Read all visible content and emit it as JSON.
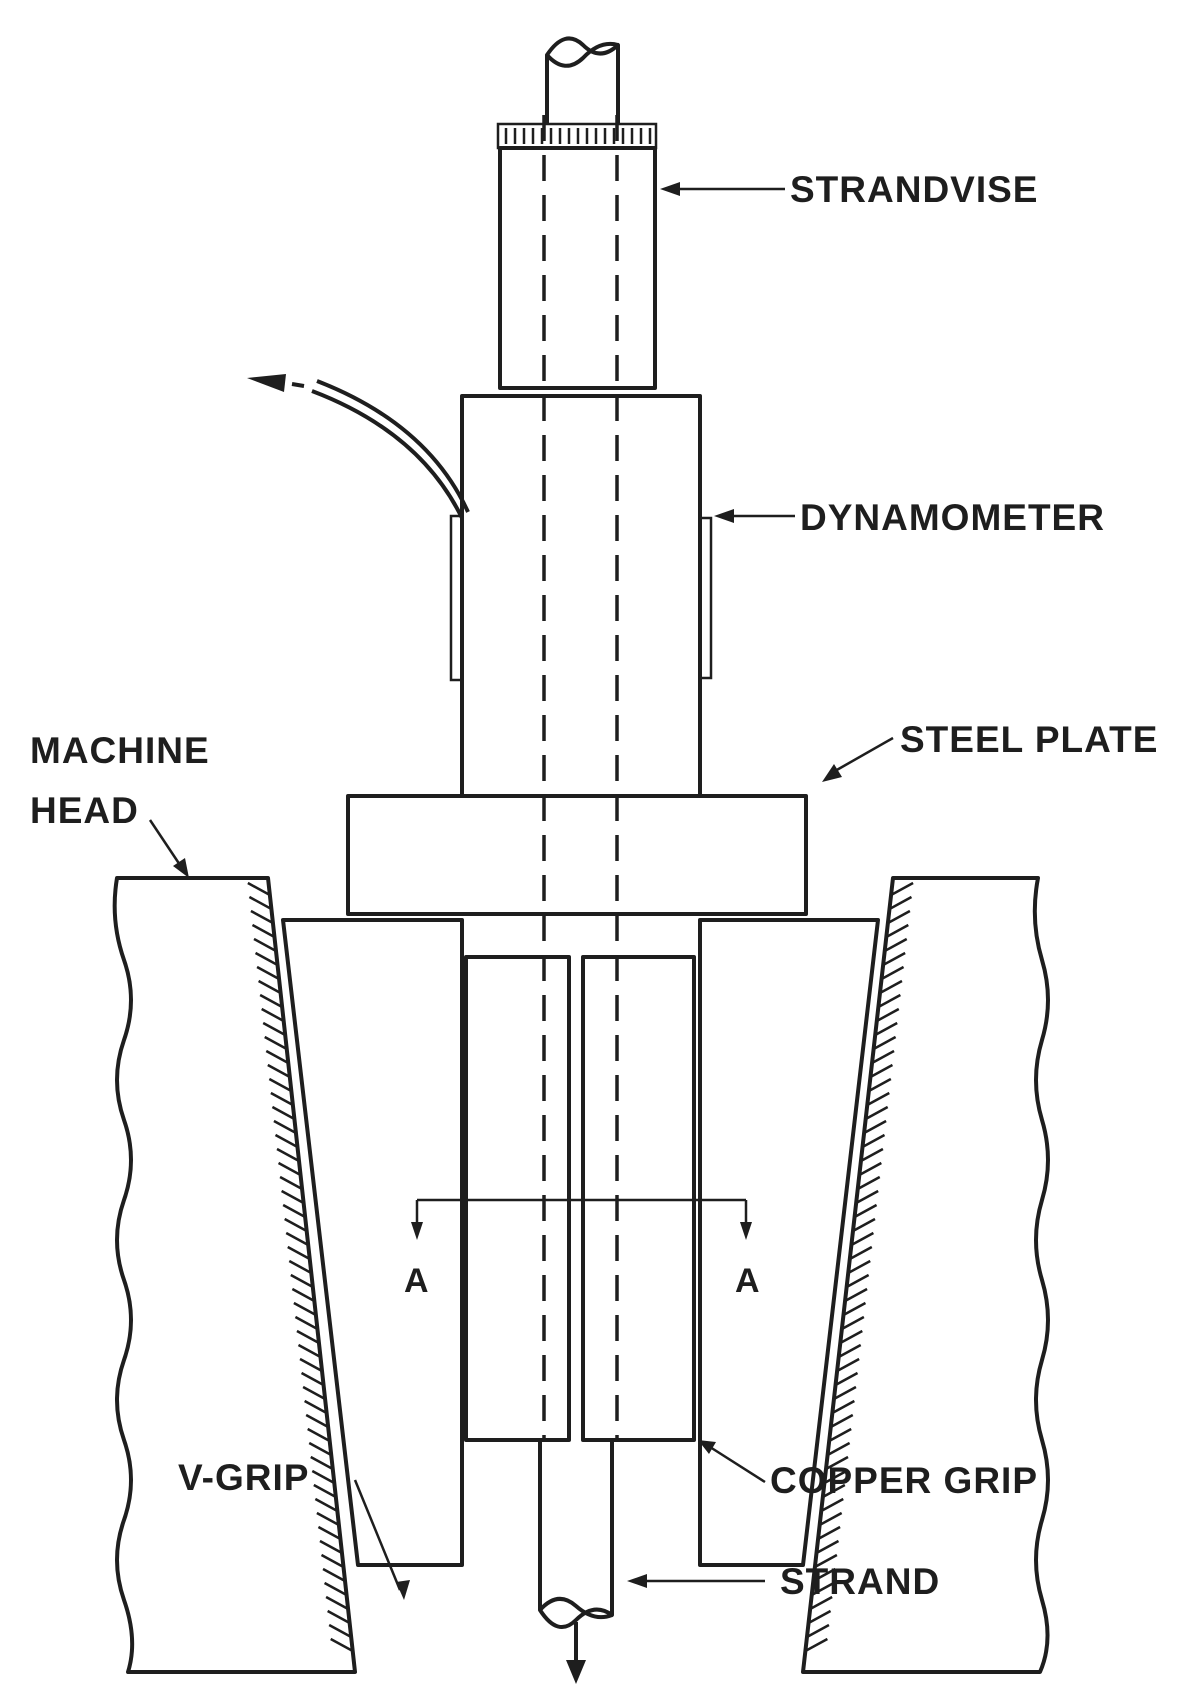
{
  "labels": {
    "strandvise": "STRANDVISE",
    "dynamometer": "DYNAMOMETER",
    "steel_plate": "STEEL PLATE",
    "machine_head_line1": "MACHINE",
    "machine_head_line2": "HEAD",
    "v_grip": "V-GRIP",
    "copper_grip": "COPPER GRIP",
    "strand": "STRAND",
    "section_left": "A",
    "section_right": "A"
  },
  "colors": {
    "ink": "#1e1e1e",
    "paper": "#ffffff"
  }
}
